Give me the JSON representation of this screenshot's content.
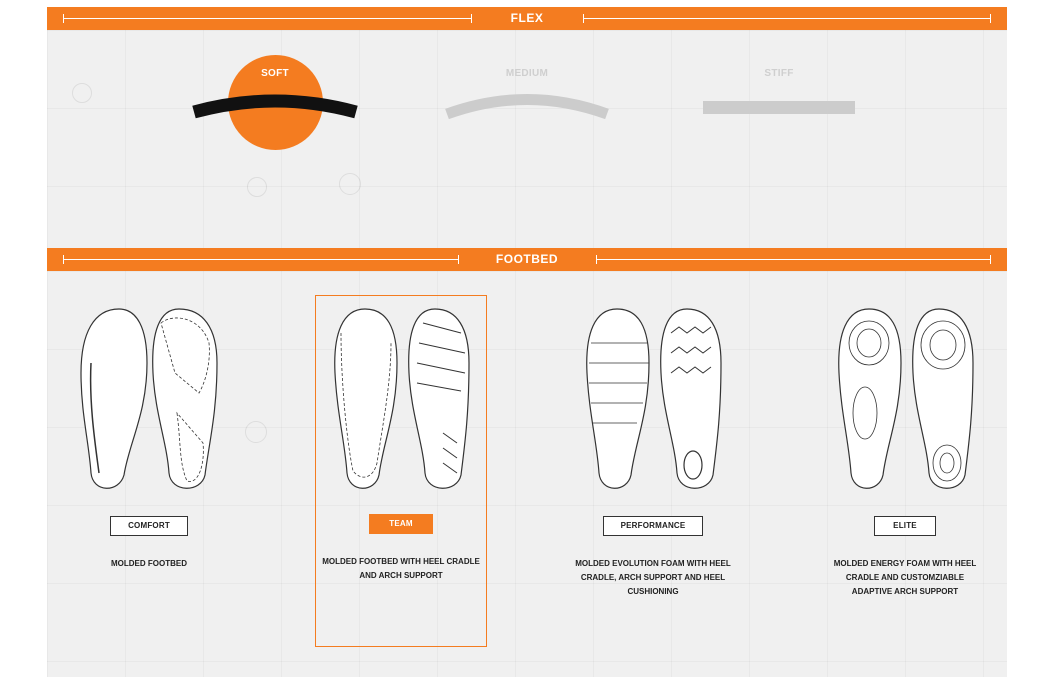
{
  "flex": {
    "title": "FLEX",
    "options": [
      {
        "label": "SOFT",
        "selected": true
      },
      {
        "label": "MEDIUM",
        "selected": false
      },
      {
        "label": "STIFF",
        "selected": false
      }
    ]
  },
  "footbed": {
    "title": "FOOTBED",
    "options": [
      {
        "name": "COMFORT",
        "description": "MOLDED FOOTBED",
        "selected": false
      },
      {
        "name": "TEAM",
        "description": "MOLDED FOOTBED WITH HEEL CRADLE AND ARCH SUPPORT",
        "selected": true
      },
      {
        "name": "PERFORMANCE",
        "description": "MOLDED EVOLUTION FOAM WITH HEEL CRADLE, ARCH SUPPORT AND HEEL CUSHIONING",
        "selected": false
      },
      {
        "name": "ELITE",
        "description": "MOLDED ENERGY FOAM WITH HEEL CRADLE AND CUSTOMZIABLE ADAPTIVE ARCH SUPPORT",
        "selected": false
      }
    ]
  },
  "colors": {
    "accent": "#f47c20",
    "panel_bg": "#f0f0f0",
    "inactive": "#cfcfcf",
    "text": "#222222"
  }
}
